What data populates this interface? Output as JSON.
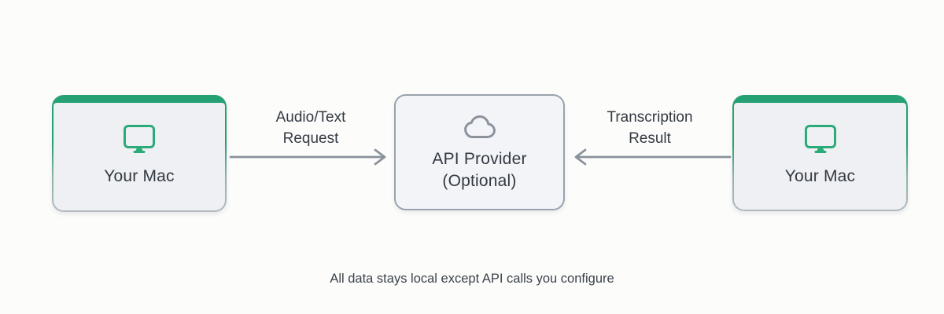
{
  "diagram": {
    "nodes": [
      {
        "id": "left-mac",
        "label": "Your Mac",
        "icon": "monitor-icon",
        "variant": "green"
      },
      {
        "id": "api-provider",
        "label_line1": "API Provider",
        "label_line2": "(Optional)",
        "icon": "cloud-icon",
        "variant": "gray"
      },
      {
        "id": "right-mac",
        "label": "Your Mac",
        "icon": "monitor-icon",
        "variant": "green"
      }
    ],
    "arrows": [
      {
        "id": "audio-request",
        "label_line1": "Audio/Text",
        "label_line2": "Request",
        "direction": "right"
      },
      {
        "id": "transcription-result",
        "label_line1": "Transcription",
        "label_line2": "Result",
        "direction": "left"
      }
    ],
    "caption": "All data stays local except API calls you configure",
    "colors": {
      "green": "#26a173",
      "green_icon": "#2bab78",
      "gray_border": "#9aa2ac",
      "arrow": "#8b929c",
      "text": "#333a42",
      "box_fill": "#eef0f4",
      "mid_fill": "#f2f4f8",
      "bg": "#fcfcfb"
    }
  }
}
